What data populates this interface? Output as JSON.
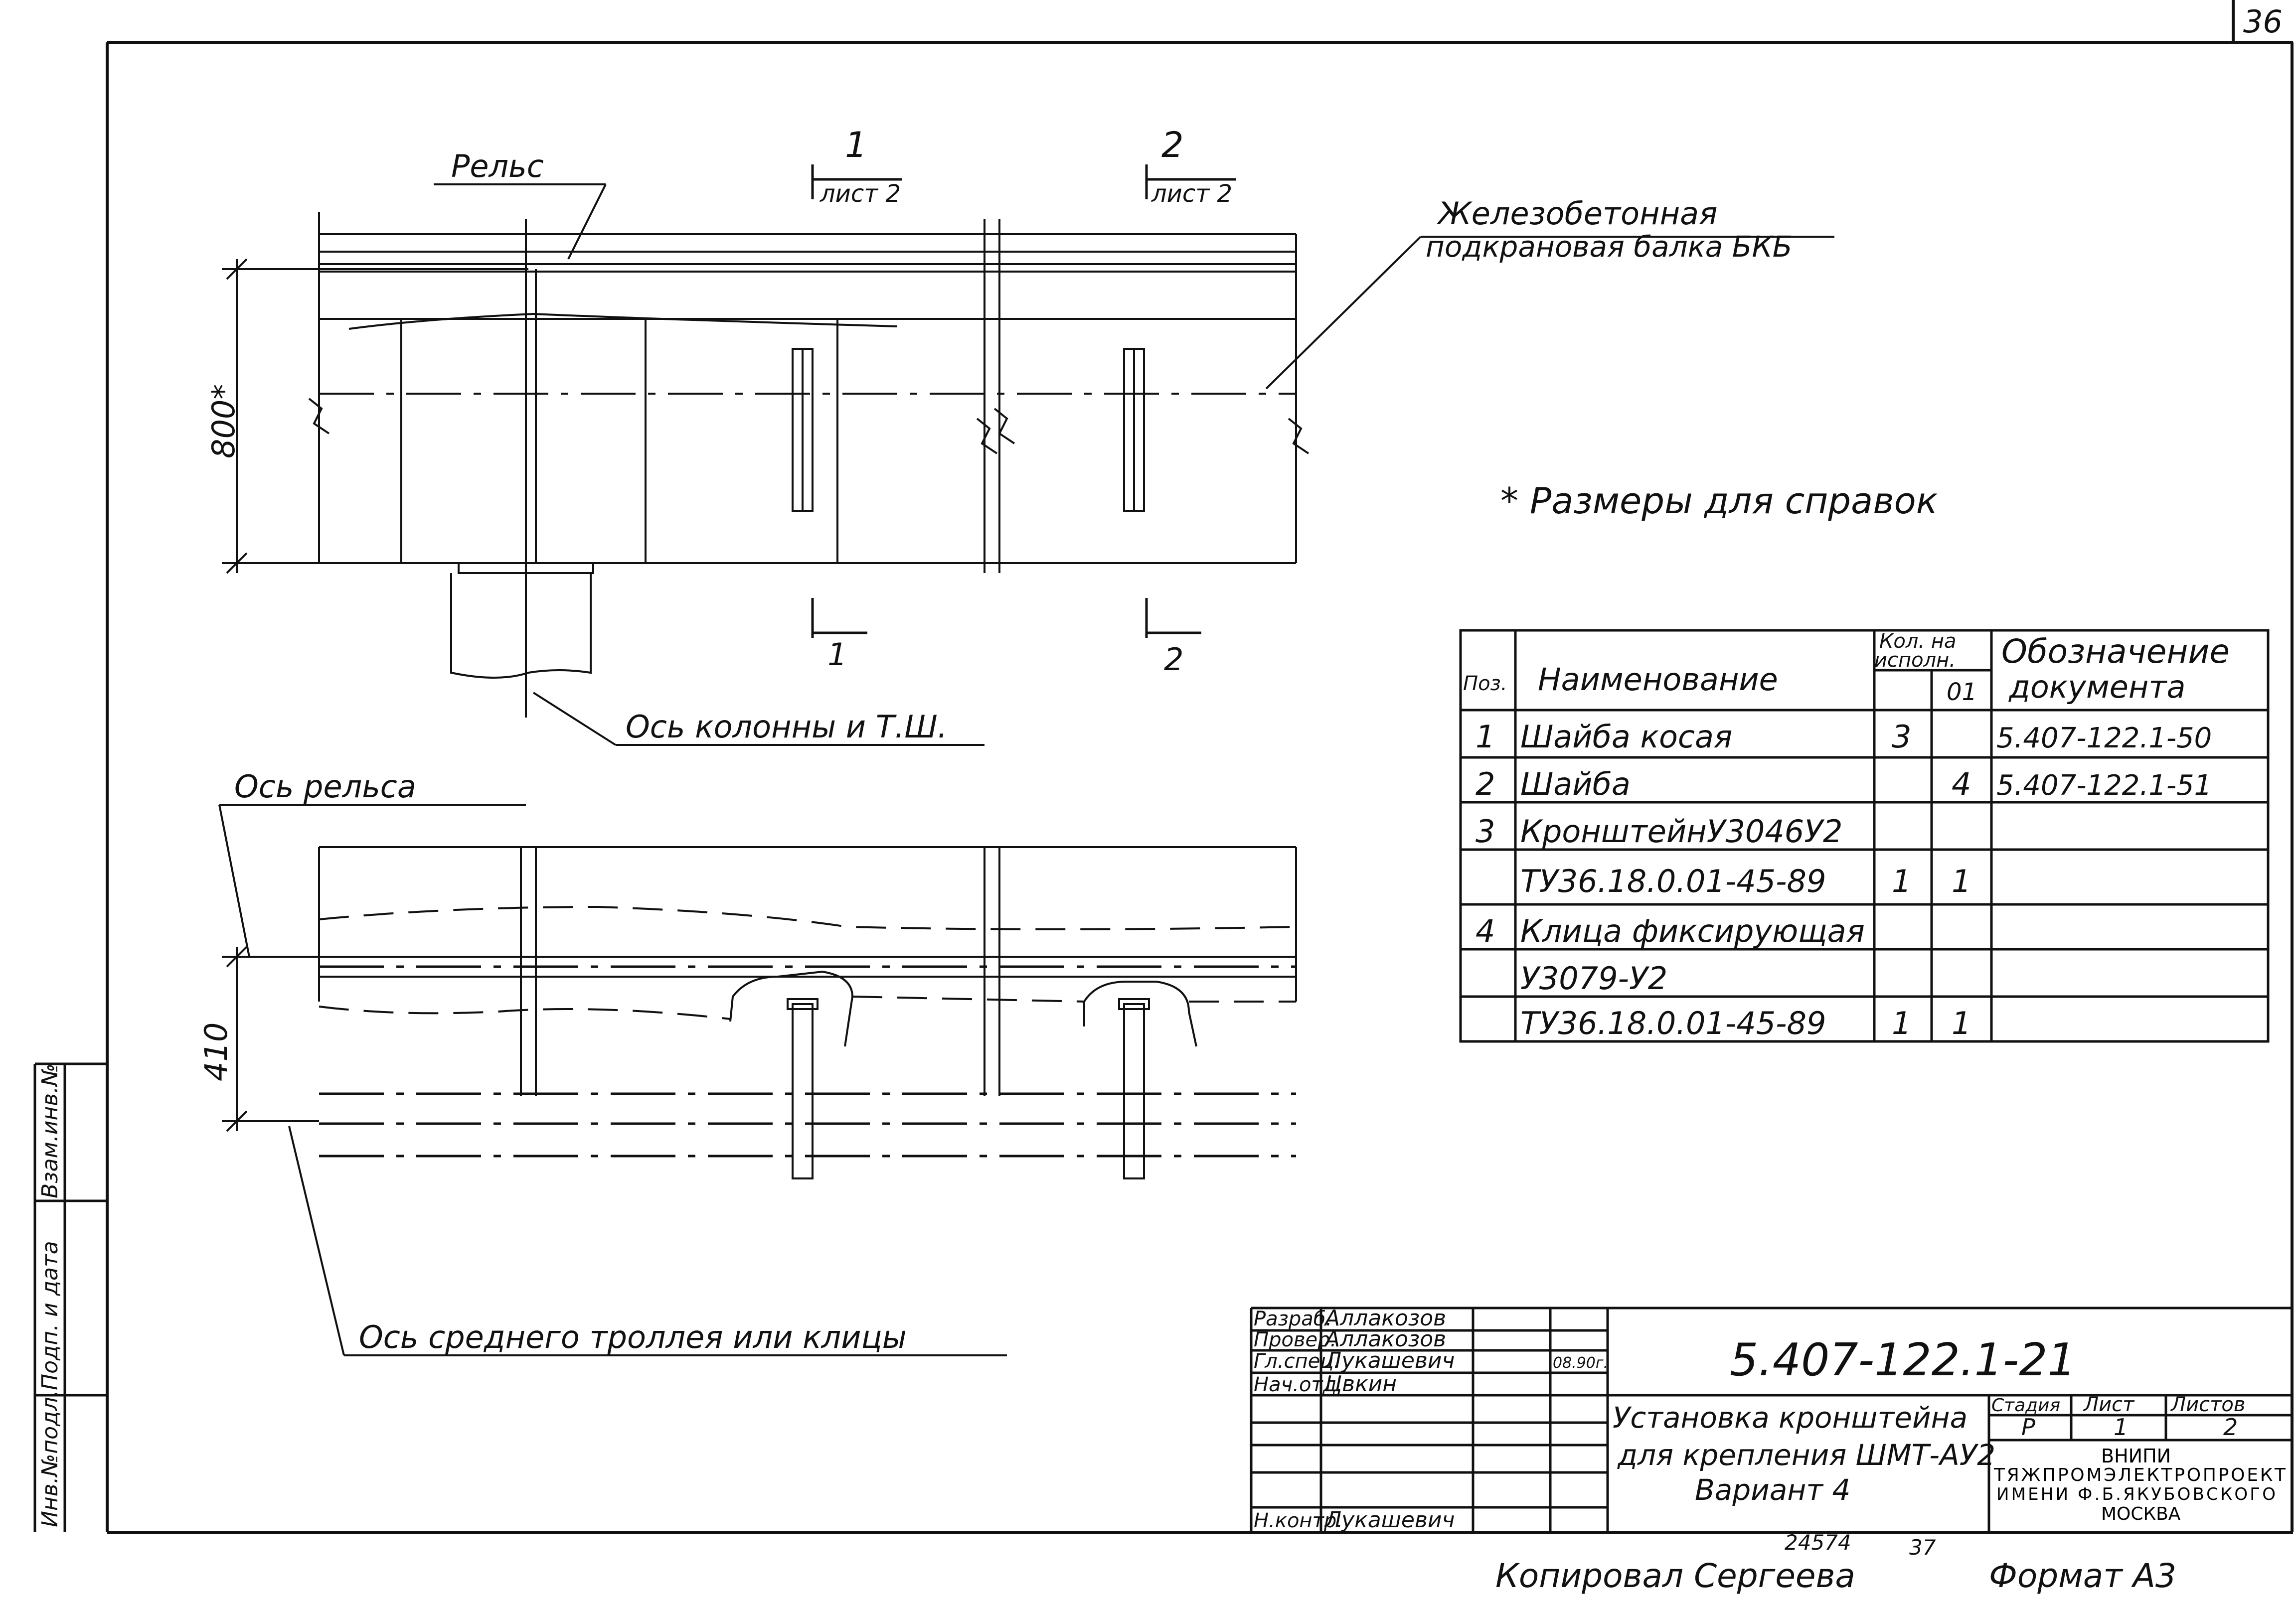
{
  "sheet_number": "36",
  "labels": {
    "rail": "Рельс",
    "beam_line1": "Железобетонная",
    "beam_line2": "подкрановая балка БКБ",
    "section1_num": "1",
    "section1_ref": "лист 2",
    "section2_num": "2",
    "section2_ref": "лист 2",
    "section1_bottom": "1",
    "section2_bottom": "2",
    "dim_800": "800*",
    "dim_410": "410",
    "column_axis": "Ось колонны и Т.Ш.",
    "rail_axis": "Ось рельса",
    "trolley_axis": "Ось среднего троллея или клицы",
    "note": "* Размеры для справок"
  },
  "spec_table": {
    "headers": {
      "pos": "Поз.",
      "name": "Наименование",
      "qty_line1": "Кол. на",
      "qty_line2": "исполн.",
      "qty_variant": "01",
      "doc_line1": "Обозначение",
      "doc_line2": "документа"
    },
    "rows": [
      {
        "pos": "1",
        "name": "Шайба косая",
        "q1": "3",
        "q2": "",
        "doc": "5.407-122.1-50"
      },
      {
        "pos": "2",
        "name": "Шайба",
        "q1": "",
        "q2": "4",
        "doc": "5.407-122.1-51"
      },
      {
        "pos": "3",
        "name": "КронштейнУ3046У2",
        "q1": "",
        "q2": "",
        "doc": ""
      },
      {
        "pos": "",
        "name": "ТУ36.18.0.01-45-89",
        "q1": "1",
        "q2": "1",
        "doc": ""
      },
      {
        "pos": "4",
        "name": "Клица фиксирующая",
        "q1": "",
        "q2": "",
        "doc": ""
      },
      {
        "pos": "",
        "name": "У3079-У2",
        "q1": "",
        "q2": "",
        "doc": ""
      },
      {
        "pos": "",
        "name": "ТУ36.18.0.01-45-89",
        "q1": "1",
        "q2": "1",
        "doc": ""
      }
    ]
  },
  "side_stamp": {
    "cell1": "Взам.инв.№",
    "cell2": "Подп. и дата",
    "cell3": "Инв.№подл."
  },
  "title_block": {
    "roles": [
      {
        "role": "Разраб.",
        "name": "Аллакозов",
        "date": ""
      },
      {
        "role": "Провер.",
        "name": "Аллакозов",
        "date": ""
      },
      {
        "role": "Гл.спец.",
        "name": "Лукашевич",
        "date": "08.90г."
      },
      {
        "role": "Нач.отд.",
        "name": "Цвкин",
        "date": ""
      },
      {
        "role": "",
        "name": "",
        "date": ""
      },
      {
        "role": "",
        "name": "",
        "date": ""
      },
      {
        "role": "Н.контр.",
        "name": "Лукашевич",
        "date": ""
      }
    ],
    "doc_code": "5.407-122.1-21",
    "title_line1": "Установка кронштейна",
    "title_line2": "для крепления ШМТ-АУ2",
    "title_line3": "Вариант 4",
    "stage_label": "Стадия",
    "sheet_label": "Лист",
    "sheets_label": "Листов",
    "stage": "Р",
    "sheet": "1",
    "sheets": "2",
    "org_line1": "ВНИПИ",
    "org_line2": "ТЯЖПРОМЭЛЕКТРОПРОЕКТ",
    "org_line3": "ИМЕНИ Ф.Б.ЯКУБОВСКОГО",
    "org_line4": "МОСКВА"
  },
  "footer": {
    "copied": "Копировал Сергеева",
    "num1": "24574",
    "num2": "37",
    "format": "Формат А3"
  }
}
